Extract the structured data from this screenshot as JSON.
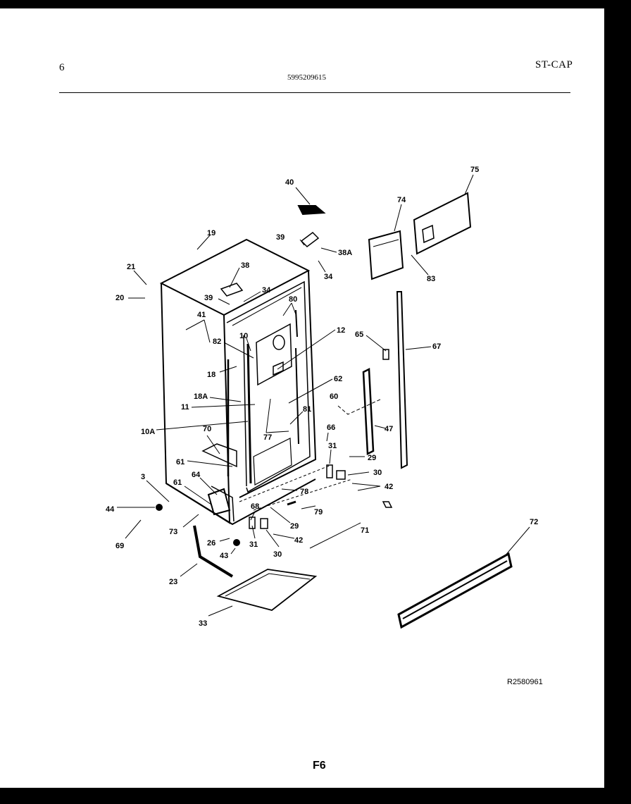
{
  "header": {
    "page_number": "6",
    "part_number": "5995209615",
    "model_code": "ST-CAP"
  },
  "footer": {
    "reference_code": "R2580961",
    "page_id": "F6"
  },
  "callouts": [
    "40",
    "75",
    "74",
    "19",
    "39",
    "38A",
    "34",
    "83",
    "21",
    "38",
    "20",
    "39",
    "34",
    "80",
    "41",
    "10",
    "12",
    "65",
    "67",
    "82",
    "18",
    "62",
    "18A",
    "60",
    "11",
    "81",
    "10A",
    "70",
    "77",
    "66",
    "47",
    "31",
    "29",
    "61",
    "30",
    "64",
    "78",
    "42",
    "3",
    "61",
    "79",
    "44",
    "68",
    "73",
    "29",
    "71",
    "72",
    "26",
    "42",
    "43",
    "31",
    "69",
    "30",
    "23",
    "33"
  ]
}
